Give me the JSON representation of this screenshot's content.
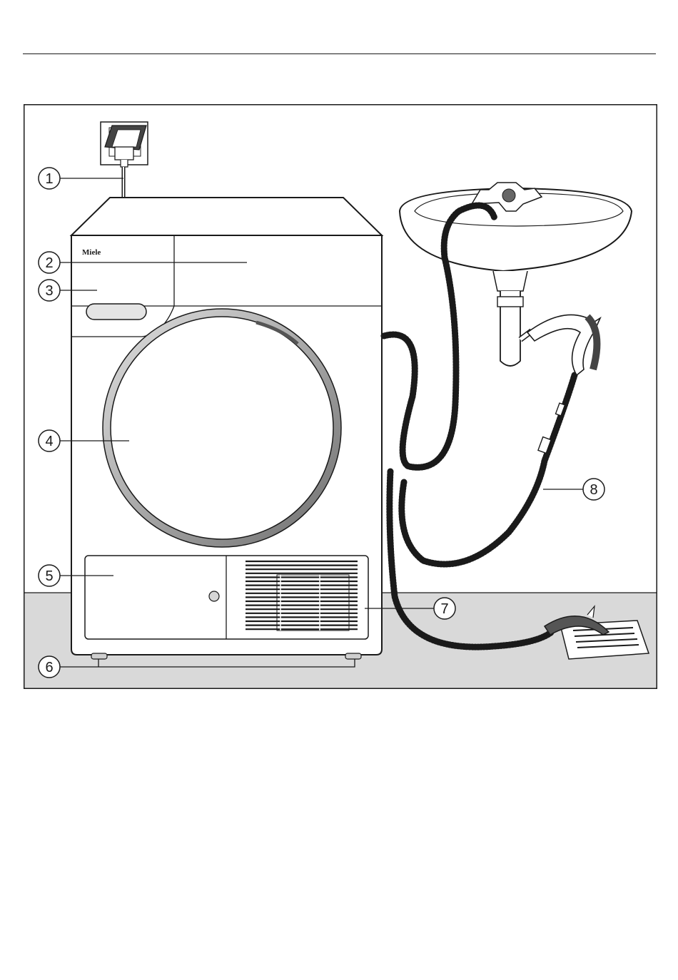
{
  "brand": "Miele",
  "callouts": [
    {
      "number": "1",
      "part": "mains-plug-and-socket"
    },
    {
      "number": "2",
      "part": "control-panel"
    },
    {
      "number": "3",
      "part": "condensed-water-container"
    },
    {
      "number": "4",
      "part": "door"
    },
    {
      "number": "5",
      "part": "heat-exchanger-access-panel"
    },
    {
      "number": "6",
      "part": "adjustable-feet"
    },
    {
      "number": "7",
      "part": "air-inlet-grille"
    },
    {
      "number": "8",
      "part": "drain-hose-with-adapter"
    }
  ],
  "colors": {
    "floor": "#d9d9d9",
    "line": "#1a1a1a",
    "door_rim": "#8a8a8a"
  }
}
